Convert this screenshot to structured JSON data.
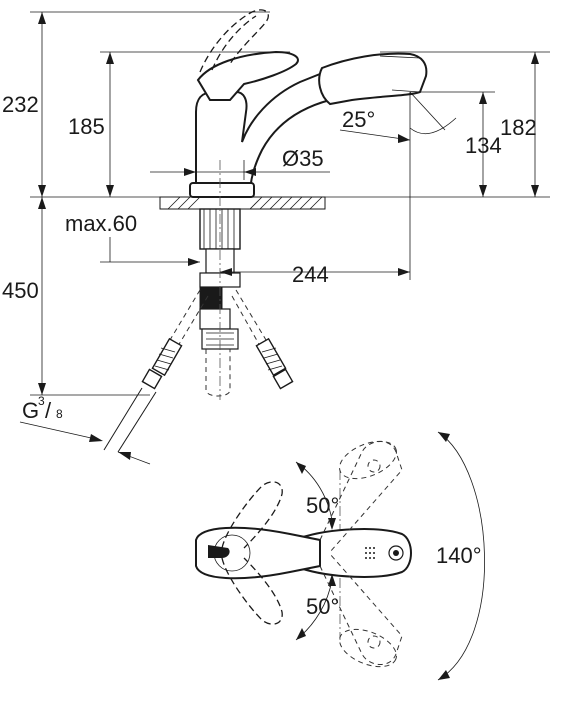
{
  "dimensions": {
    "total_height_above_counter": "232",
    "height_to_spout": "185",
    "spout_height_right": "182",
    "spray_height": "134",
    "spout_angle": "25°",
    "base_diameter": "Ø35",
    "counter_thickness": "max.60",
    "length_below_counter": "450",
    "spout_reach": "244",
    "thread_main": "G",
    "thread_num": "3",
    "thread_den": "8"
  },
  "lever_view": {
    "angle_upper": "50°",
    "angle_lower": "50°",
    "angle_total": "140°"
  }
}
